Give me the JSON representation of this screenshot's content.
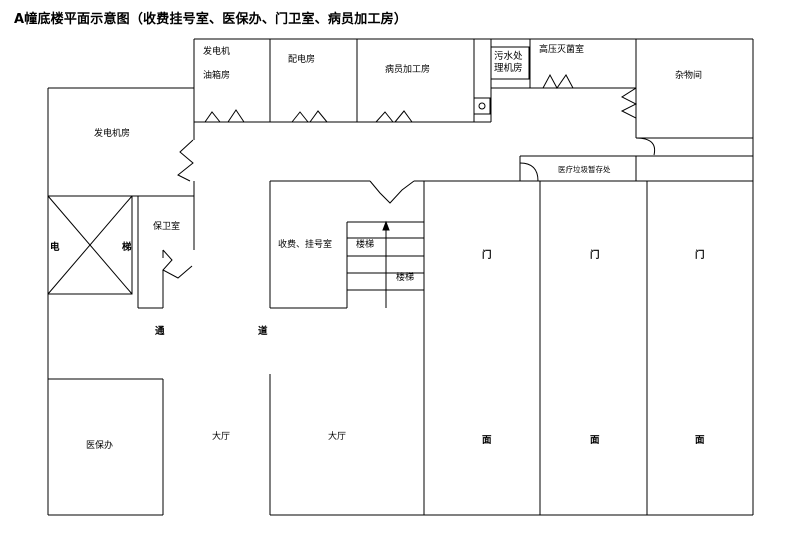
{
  "title": "A幢底楼平面示意图（收费挂号室、医保办、门卫室、病员加工房）",
  "rooms": {
    "generator_oil_1": "发电机",
    "generator_oil_2": "油箱房",
    "distribution": "配电房",
    "patient_processing": "病员加工房",
    "sewage": "污水处理机房",
    "sterilizer": "高压灭菌室",
    "storage": "杂物间",
    "generator_room": "发电机房",
    "medical_waste": "医疗垃圾暂存处",
    "elevator_left": "电",
    "elevator_right": "梯",
    "security": "保卫室",
    "cashier": "收费、挂号室",
    "stairs_1": "楼梯",
    "stairs_2": "楼梯",
    "door_1": "门",
    "door_2": "门",
    "door_3": "门",
    "passage_1": "通",
    "passage_2": "道",
    "hall_1": "大厅",
    "hall_2": "大厅",
    "face_1": "面",
    "face_2": "面",
    "face_3": "面",
    "medical_insurance": "医保办"
  }
}
